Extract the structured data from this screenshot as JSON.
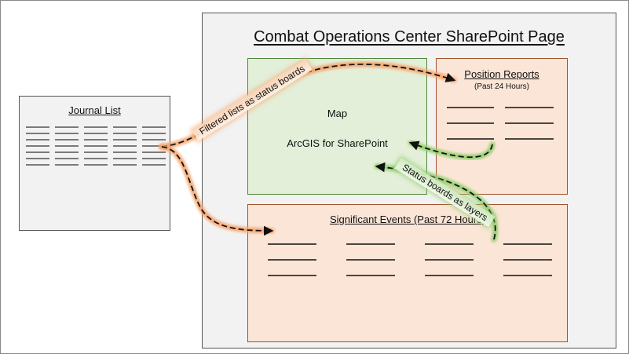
{
  "journal_list": {
    "title": "Journal List"
  },
  "sharepoint_page": {
    "title": "Combat Operations Center SharePoint Page"
  },
  "map_panel": {
    "line1": "Map",
    "line2": "ArcGIS for SharePoint"
  },
  "position_reports": {
    "title": "Position Reports",
    "subtitle": "(Past 24 Hours)"
  },
  "significant_events": {
    "title": "Significant Events (Past 72 Hours)"
  },
  "arrows": {
    "filtered_label": "Filtered lists as status boards",
    "status_label": "Status boards as layers"
  },
  "colors": {
    "orange_arrow": "#f5a36b",
    "green_arrow": "#8fcf6a",
    "panel_orange_fill": "#fbe5d6",
    "panel_green_fill": "#e3efd9",
    "page_fill": "#f2f2f2"
  }
}
